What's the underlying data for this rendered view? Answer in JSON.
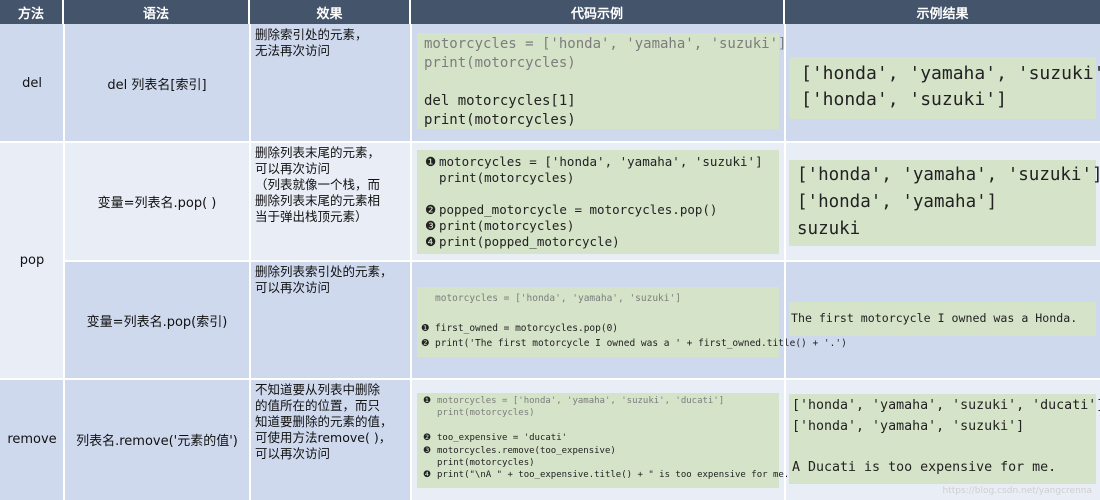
{
  "headers": [
    "方法",
    "语法",
    "效果",
    "代码示例",
    "示例结果"
  ],
  "rows": {
    "del": {
      "method": "del",
      "syntax": "del  列表名[索引]",
      "effect": "删除索引处的元素，\n无法再次访问",
      "code": [
        {
          "marker": "",
          "text": "motorcycles = ['honda', 'yamaha', 'suzuki']",
          "faded": true
        },
        {
          "marker": "",
          "text": "print(motorcycles)",
          "faded": true
        },
        {
          "marker": "",
          "text": ""
        },
        {
          "marker": "",
          "text": "del motorcycles[1]"
        },
        {
          "marker": "",
          "text": "print(motorcycles)"
        }
      ],
      "result": [
        "['honda', 'yamaha', 'suzuki']",
        "['honda', 'suzuki']"
      ]
    },
    "pop": {
      "method": "pop",
      "syntax": "变量=列表名.pop( )",
      "effect": "删除列表末尾的元素，\n可以再次访问\n（列表就像一个栈，而\n删除列表末尾的元素相\n当于弹出栈顶元素）",
      "code": [
        {
          "marker": "❶",
          "text": "motorcycles = ['honda', 'yamaha', 'suzuki']"
        },
        {
          "marker": "",
          "text": "print(motorcycles)"
        },
        {
          "marker": "",
          "text": ""
        },
        {
          "marker": "❷",
          "text": "popped_motorcycle = motorcycles.pop()"
        },
        {
          "marker": "❸",
          "text": "print(motorcycles)"
        },
        {
          "marker": "❹",
          "text": "print(popped_motorcycle)"
        }
      ],
      "result": [
        "['honda', 'yamaha', 'suzuki']",
        "['honda', 'yamaha']",
        "suzuki"
      ]
    },
    "pop_index": {
      "syntax": "变量=列表名.pop(索引)",
      "effect": "删除列表索引处的元素，\n可以再次访问",
      "code": [
        {
          "marker": "",
          "text": "motorcycles = ['honda', 'yamaha', 'suzuki']",
          "faded": true
        },
        {
          "marker": "",
          "text": ""
        },
        {
          "marker": "❶",
          "text": "first_owned = motorcycles.pop(0)"
        },
        {
          "marker": "❷",
          "text": "print('The first motorcycle I owned was a ' + first_owned.title() + '.')"
        }
      ],
      "result": [
        "The first motorcycle I owned was a Honda."
      ]
    },
    "remove": {
      "method": "remove",
      "syntax": "列表名.remove('元素的值')",
      "effect": "不知道要从列表中删除\n的值所在的位置，而只\n知道要删除的元素的值，\n可使用方法remove( )，\n可以再次访问",
      "code": [
        {
          "marker": "❶",
          "text": "motorcycles = ['honda', 'yamaha', 'suzuki', 'ducati']",
          "faded": true
        },
        {
          "marker": "",
          "text": "print(motorcycles)",
          "faded": true
        },
        {
          "marker": "",
          "text": ""
        },
        {
          "marker": "❷",
          "text": "too_expensive = 'ducati'"
        },
        {
          "marker": "❸",
          "text": "motorcycles.remove(too_expensive)"
        },
        {
          "marker": "",
          "text": "print(motorcycles)"
        },
        {
          "marker": "❹",
          "text": "print(\"\\nA \" + too_expensive.title() + \" is too expensive for me.\")"
        }
      ],
      "result": [
        "['honda', 'yamaha', 'suzuki', 'ducati']",
        "['honda', 'yamaha', 'suzuki']",
        "",
        "A Ducati is too expensive for me."
      ]
    }
  },
  "watermark": "https://blog.csdn.net/yangcrenna",
  "colors": {
    "header": "#44546a",
    "row_band": "#cfd9ee",
    "row_band_light": "#e8edf6",
    "code_bg": "#d5e3c8"
  }
}
